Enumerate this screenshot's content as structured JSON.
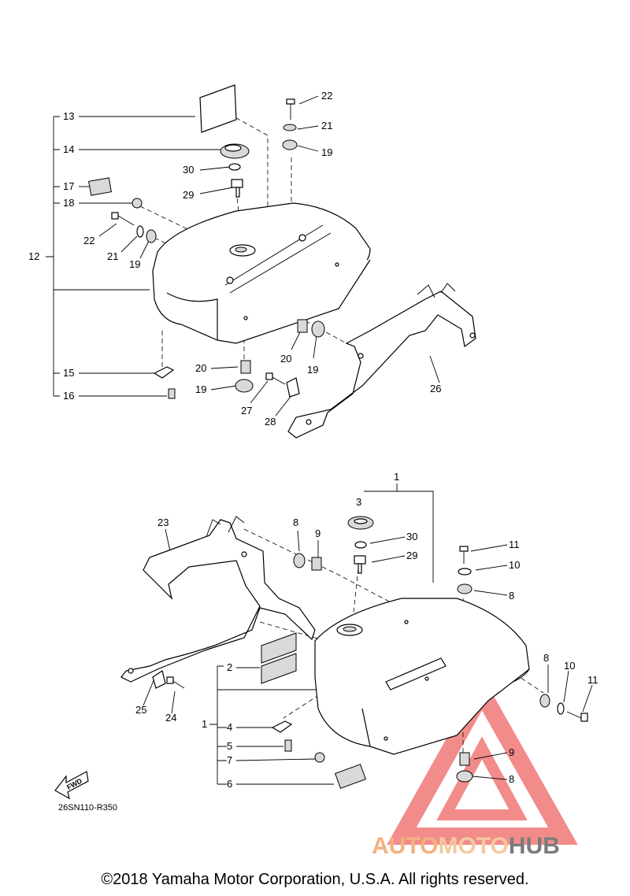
{
  "labels": {
    "p1_top": "1",
    "p1_side": "1",
    "p2": "2",
    "p3": "3",
    "p4": "4",
    "p5": "5",
    "p6": "6",
    "p7": "7",
    "p8a": "8",
    "p8b": "8",
    "p8c": "8",
    "p8d": "8",
    "p9a": "9",
    "p9b": "9",
    "p10a": "10",
    "p10b": "10",
    "p11a": "11",
    "p11b": "11",
    "p12": "12",
    "p13": "13",
    "p14": "14",
    "p15": "15",
    "p16": "16",
    "p17": "17",
    "p18": "18",
    "p19a": "19",
    "p19b": "19",
    "p19c": "19",
    "p19d": "19",
    "p20a": "20",
    "p20b": "20",
    "p21a": "21",
    "p21b": "21",
    "p22a": "22",
    "p22b": "22",
    "p23": "23",
    "p24": "24",
    "p25": "25",
    "p26": "26",
    "p27": "27",
    "p28": "28",
    "p29a": "29",
    "p29b": "29",
    "p30a": "30",
    "p30b": "30"
  },
  "fwd_label": "FWD",
  "diagram_code": "26SN110-R350",
  "copyright": "©2018 Yamaha Motor Corporation, U.S.A. All rights reserved.",
  "watermark": {
    "part1": "AUTO",
    "part2": "MOTO",
    "part3": "HUB"
  },
  "colors": {
    "watermark_red": "#e8302e",
    "watermark_orange": "#f3b27f",
    "watermark_gray": "#7b7b7b"
  }
}
